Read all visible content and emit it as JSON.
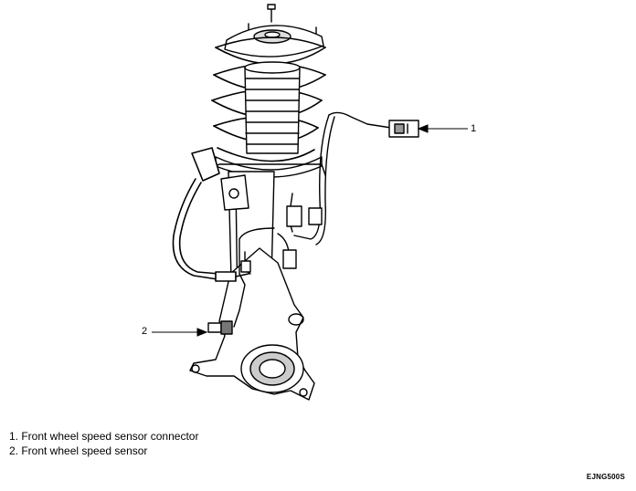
{
  "callouts": [
    {
      "number": "1"
    },
    {
      "number": "2"
    }
  ],
  "legend": [
    "1. Front wheel speed sensor connector",
    "2. Front wheel speed sensor"
  ],
  "figure_code": "EJNG500S",
  "colors": {
    "line": "#000000",
    "background": "#ffffff",
    "shade": "#bdbdbd"
  }
}
